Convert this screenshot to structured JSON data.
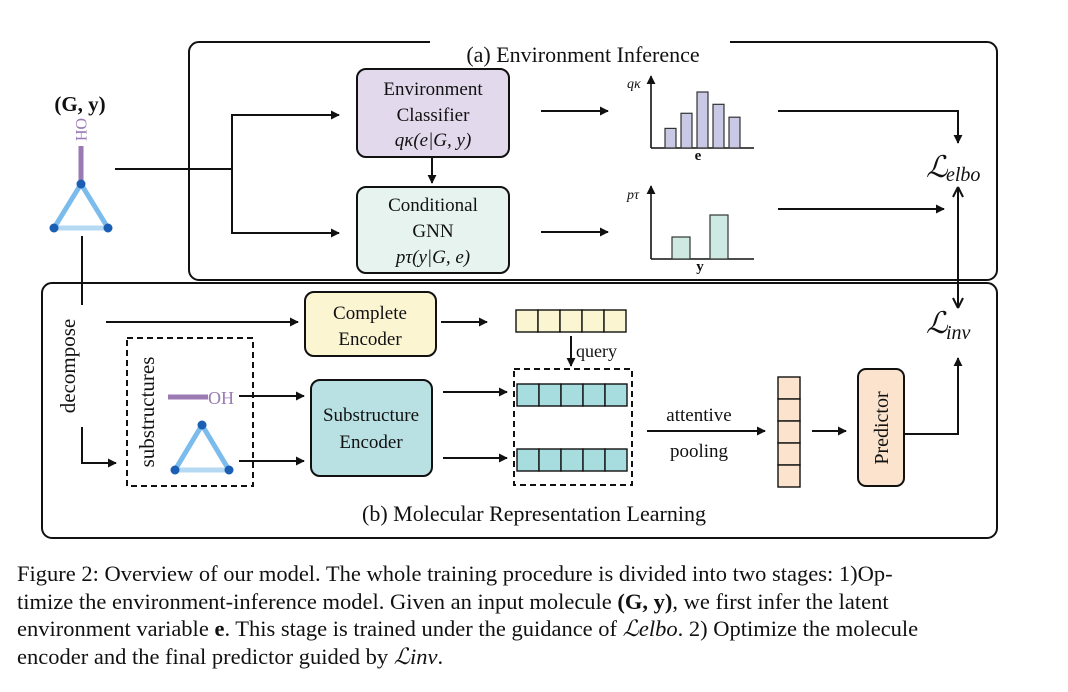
{
  "panel_a": {
    "title": "(a) Environment Inference"
  },
  "panel_b": {
    "title": "(b) Molecular Representation Learning"
  },
  "input": {
    "label": "(G, y)",
    "oh_label": "OH"
  },
  "env_classifier": {
    "line1": "Environment",
    "line2": "Classifier",
    "formula": "qκ(e|G, y)"
  },
  "cond_gnn": {
    "line1": "Conditional",
    "line2": "GNN",
    "formula": "pτ(y|G, e)"
  },
  "chart_q": {
    "ylabel": "qκ",
    "xlabel": "e"
  },
  "chart_p": {
    "ylabel": "pτ",
    "xlabel": "y"
  },
  "loss_elbo": {
    "main": "ℒ",
    "sub": "elbo"
  },
  "loss_inv": {
    "main": "ℒ",
    "sub": "inv"
  },
  "decompose_label": "decompose",
  "substructures_label": "substructures",
  "oh_fragment": "OH",
  "complete_encoder": {
    "line1": "Complete",
    "line2": "Encoder"
  },
  "substructure_encoder": {
    "line1": "Substructure",
    "line2": "Encoder"
  },
  "query_label": "query",
  "attentive_label": "attentive",
  "pooling_label": "pooling",
  "predictor_label": "Predictor",
  "colors": {
    "classifier_fill": "#e3d9ec",
    "gnn_fill": "#e6f3ee",
    "bar_q": "#c9c9e6",
    "bar_p": "#cde9e2",
    "complete_fill": "#fbf5d2",
    "sub_encoder_fill": "#b9e1e3",
    "cell_cyan": "#a8dde0",
    "cell_peach": "#fbe3cd",
    "predictor_fill": "#fbe3cd",
    "molecule_blue": "#5aa3e0",
    "molecule_light": "#b5d8f3",
    "oh_purple": "#9b7ab3"
  },
  "chart_data": [
    {
      "type": "bar",
      "title": "",
      "ylabel": "qκ",
      "xlabel": "e",
      "values": [
        0.35,
        0.62,
        1.0,
        0.78,
        0.55
      ]
    },
    {
      "type": "bar",
      "title": "",
      "ylabel": "pτ",
      "xlabel": "y",
      "values": [
        0.5,
        0.0,
        1.0
      ]
    }
  ],
  "caption": {
    "line1": "Figure 2: Overview of our model. The whole training procedure is divided into two stages: 1)Op-",
    "line2a": "timize the environment-inference model. Given an input molecule ",
    "line2m": "(G, y)",
    "line2b": ", we first infer the latent",
    "line3a": "environment variable ",
    "line3m": "e",
    "line3b": ". This stage is trained under the guidance of ",
    "line3l": "ℒelbo",
    "line3c": ". 2) Optimize the molecule",
    "line4a": "encoder and the final predictor guided by ",
    "line4l": "ℒinv",
    "line4b": "."
  }
}
